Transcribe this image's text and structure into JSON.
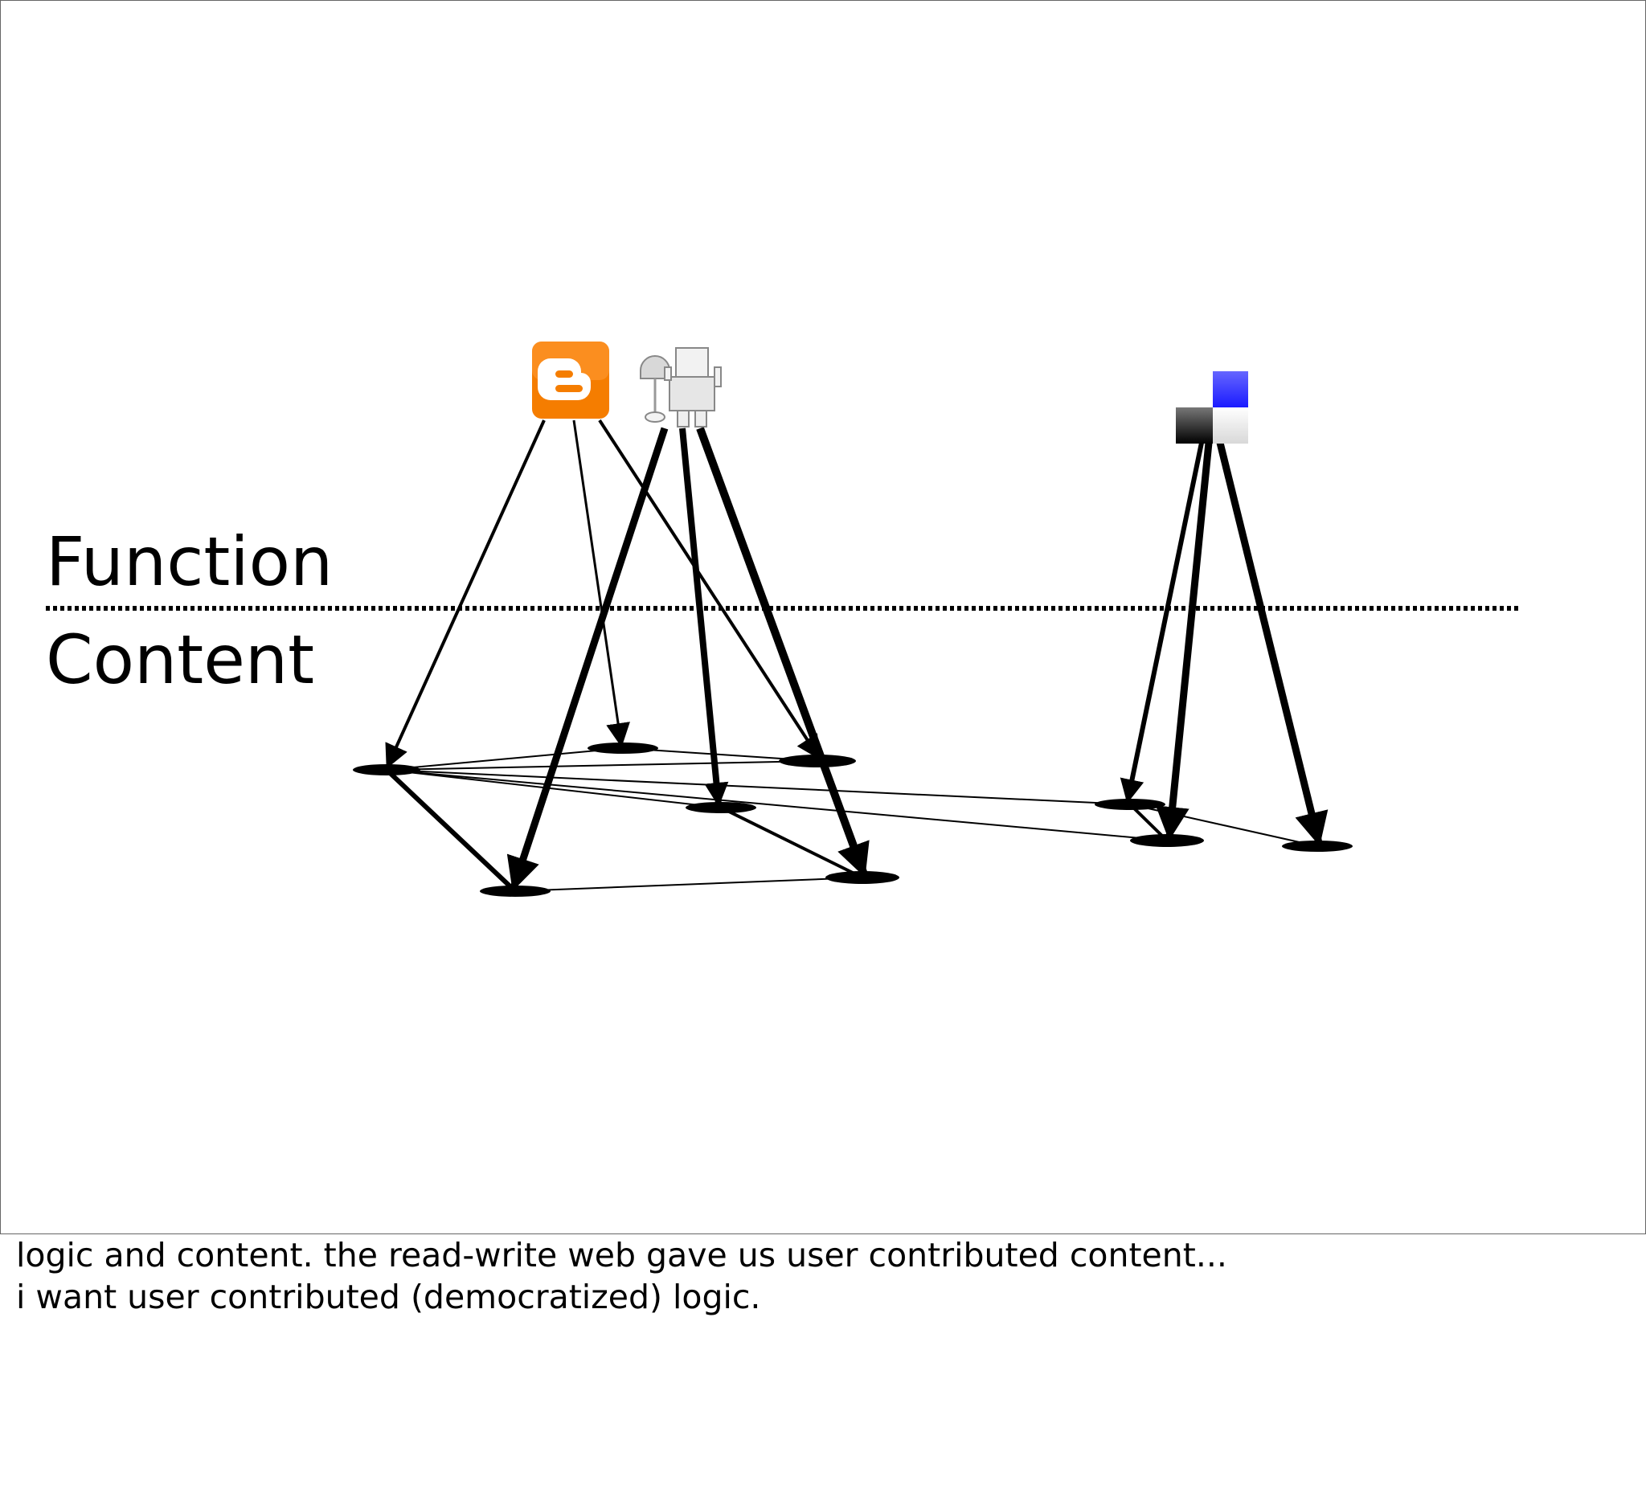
{
  "slide": {
    "labels": {
      "function": "Function",
      "content": "Content"
    },
    "icons": [
      {
        "name": "blogger-icon",
        "accent": "#f57d00"
      },
      {
        "name": "robot-icon",
        "accent": "#bdbdbd"
      },
      {
        "name": "delicious-icon",
        "accent": "#3333ff"
      }
    ],
    "colors": {
      "line": "#000000",
      "divider": "#000000"
    }
  },
  "notes": {
    "line1": "logic and content. the read-write web gave us user contributed content...",
    "line2": "i want user contributed (democratized) logic."
  }
}
